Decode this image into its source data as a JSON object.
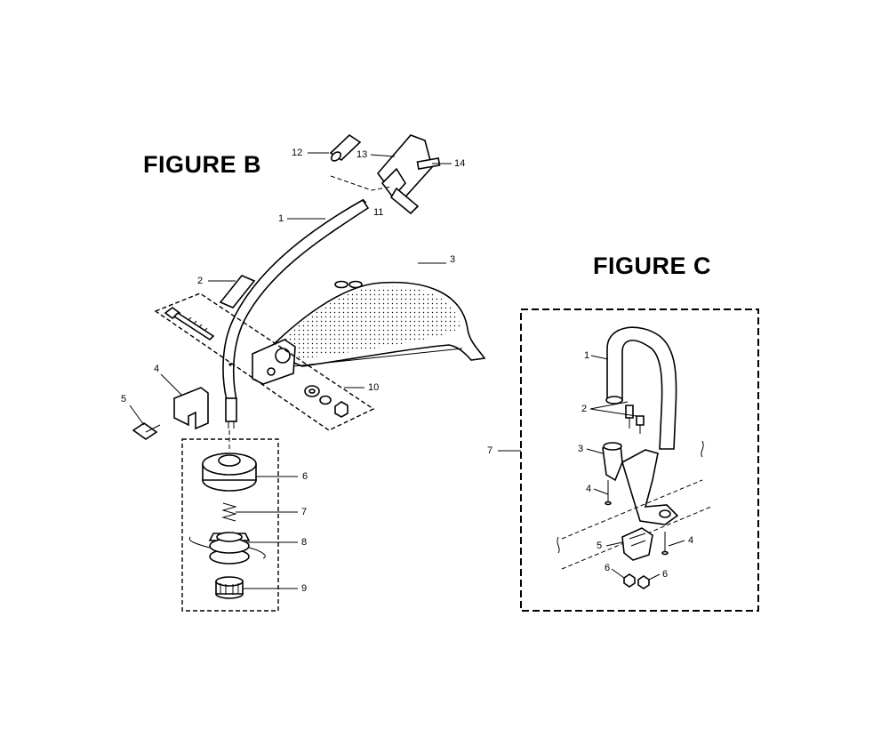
{
  "figure_b": {
    "title": "FIGURE B",
    "callouts": {
      "c1": "1",
      "c2": "2",
      "c3": "3",
      "c4": "4",
      "c5": "5",
      "c6": "6",
      "c7": "7",
      "c8": "8",
      "c9": "9",
      "c10": "10",
      "c11": "11",
      "c12": "12",
      "c13": "13",
      "c14": "14"
    }
  },
  "figure_c": {
    "title": "FIGURE C",
    "callouts": {
      "c1": "1",
      "c2": "2",
      "c3": "3",
      "c4a": "4",
      "c4b": "4",
      "c5": "5",
      "c6a": "6",
      "c6b": "6",
      "c7": "7"
    }
  }
}
